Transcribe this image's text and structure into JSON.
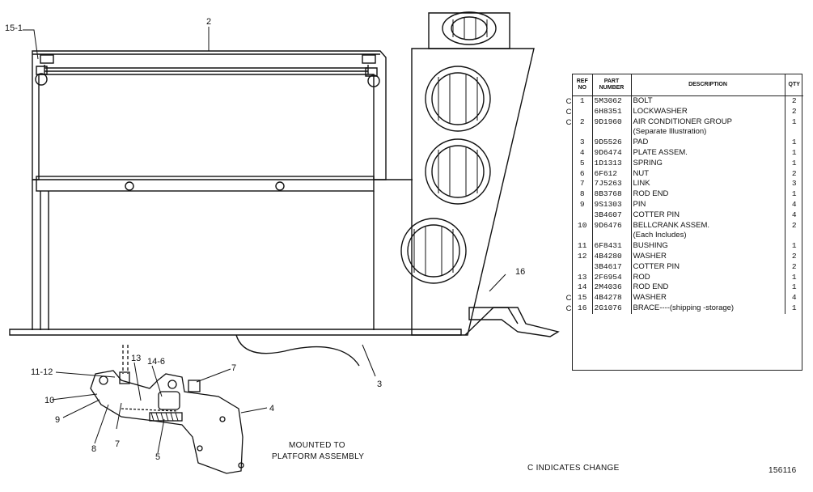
{
  "callouts": {
    "c15_1": "15-1",
    "c2": "2",
    "c16": "16",
    "c3": "3",
    "c11_12": "11-12",
    "c13": "13",
    "c14_6": "14-6",
    "c7a": "7",
    "c10": "10",
    "c9": "9",
    "c4": "4",
    "c8": "8",
    "c7b": "7",
    "c5": "5"
  },
  "notes": {
    "mounted_line1": "MOUNTED TO",
    "mounted_line2": "PLATFORM ASSEMBLY",
    "change_legend": "C INDICATES CHANGE",
    "drawing_number": "156116"
  },
  "parts_table": {
    "headers": {
      "ref": "REF NO",
      "part": "PART NUMBER",
      "desc": "DESCRIPTION",
      "qty": "QTY"
    },
    "rows": [
      {
        "change": "C",
        "ref": "1",
        "part": "5M3062",
        "desc": "BOLT",
        "qty": "2"
      },
      {
        "change": "C",
        "ref": "",
        "part": "6H8351",
        "desc": "LOCKWASHER",
        "qty": "2"
      },
      {
        "change": "C",
        "ref": "2",
        "part": "9D1960",
        "desc": "AIR CONDITIONER GROUP",
        "qty": "1"
      },
      {
        "change": "",
        "ref": "",
        "part": "",
        "desc": "(Separate Illustration)",
        "qty": ""
      },
      {
        "change": "",
        "ref": "3",
        "part": "9D5526",
        "desc": "PAD",
        "qty": "1"
      },
      {
        "change": "",
        "ref": "4",
        "part": "9D6474",
        "desc": "PLATE ASSEM.",
        "qty": "1"
      },
      {
        "change": "",
        "ref": "5",
        "part": "1D1313",
        "desc": "SPRING",
        "qty": "1"
      },
      {
        "change": "",
        "ref": "6",
        "part": "6F612",
        "desc": "NUT",
        "qty": "2"
      },
      {
        "change": "",
        "ref": "7",
        "part": "7J5263",
        "desc": "LINK",
        "qty": "3"
      },
      {
        "change": "",
        "ref": "8",
        "part": "8B3768",
        "desc": "ROD END",
        "qty": "1"
      },
      {
        "change": "",
        "ref": "9",
        "part": "9S1303",
        "desc": "PIN",
        "qty": "4"
      },
      {
        "change": "",
        "ref": "",
        "part": "3B4607",
        "desc": "COTTER PIN",
        "qty": "4"
      },
      {
        "change": "",
        "ref": "10",
        "part": "9D6476",
        "desc": "BELLCRANK ASSEM.",
        "qty": "2"
      },
      {
        "change": "",
        "ref": "",
        "part": "",
        "desc": "(Each Includes)",
        "qty": ""
      },
      {
        "change": "",
        "ref": "11",
        "part": "6F8431",
        "desc": "BUSHING",
        "qty": "1"
      },
      {
        "change": "",
        "ref": "12",
        "part": "4B4280",
        "desc": "WASHER",
        "qty": "2"
      },
      {
        "change": "",
        "ref": "",
        "part": "3B4617",
        "desc": "COTTER PIN",
        "qty": "2"
      },
      {
        "change": "",
        "ref": "13",
        "part": "2F6954",
        "desc": "ROD",
        "qty": "1"
      },
      {
        "change": "",
        "ref": "14",
        "part": "2M4036",
        "desc": "ROD END",
        "qty": "1"
      },
      {
        "change": "C",
        "ref": "15",
        "part": "4B4278",
        "desc": "WASHER",
        "qty": "4"
      },
      {
        "change": "C",
        "ref": "16",
        "part": "2G1076",
        "desc": "BRACE----(shipping -storage)",
        "qty": "1"
      }
    ]
  }
}
